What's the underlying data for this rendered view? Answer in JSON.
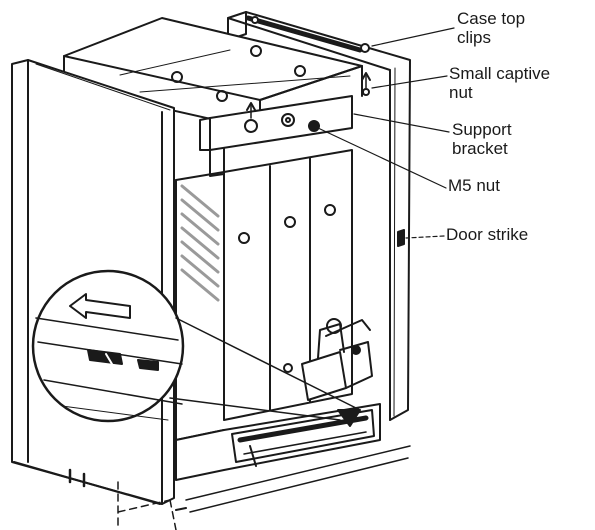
{
  "labels": {
    "case_top_clips": {
      "line1": "Case top",
      "line2": "clips"
    },
    "small_captive_nut": {
      "line1": "Small captive",
      "line2": "nut"
    },
    "support_bracket": {
      "line1": "Support",
      "line2": "bracket"
    },
    "m5_nut": {
      "line1": "M5 nut"
    },
    "door_strike": {
      "line1": "Door strike"
    }
  },
  "colors": {
    "ink": "#1a1a1a",
    "paper": "#ffffff",
    "shade": "#9a9a9a"
  }
}
